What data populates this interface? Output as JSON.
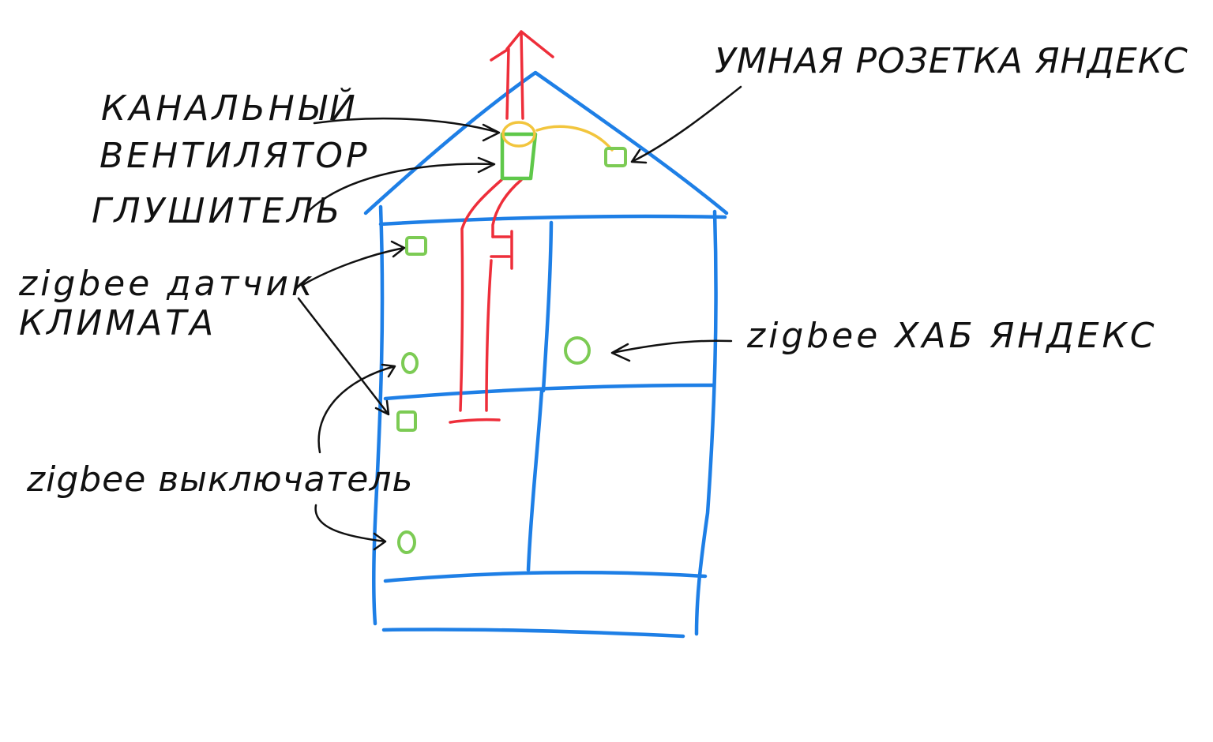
{
  "labels": {
    "duct_fan_line1": "КАНАЛЬНЫЙ",
    "duct_fan_line2": "ВЕНТИЛЯТОР",
    "silencer": "ГЛУШИТЕЛЬ",
    "smart_socket": "УМНАЯ РОЗЕТКА ЯНДЕКС",
    "climate_sensor_line1": "zigbee датчик",
    "climate_sensor_line2": "КЛИМАТА",
    "hub": "zigbee ХАБ ЯНДЕКС",
    "switch": "zigbee выключатель"
  },
  "colors": {
    "walls": "#1E7FE6",
    "duct": "#EE2E3A",
    "fan": "#F2C53D",
    "silencer": "#5FC84A",
    "device": "#7CCB54",
    "ink": "#111111"
  },
  "icons": {
    "exhaust_arrow": "arrow-up-icon",
    "sensor": "square-sensor-icon",
    "switch": "circle-switch-icon",
    "hub": "circle-hub-icon"
  }
}
